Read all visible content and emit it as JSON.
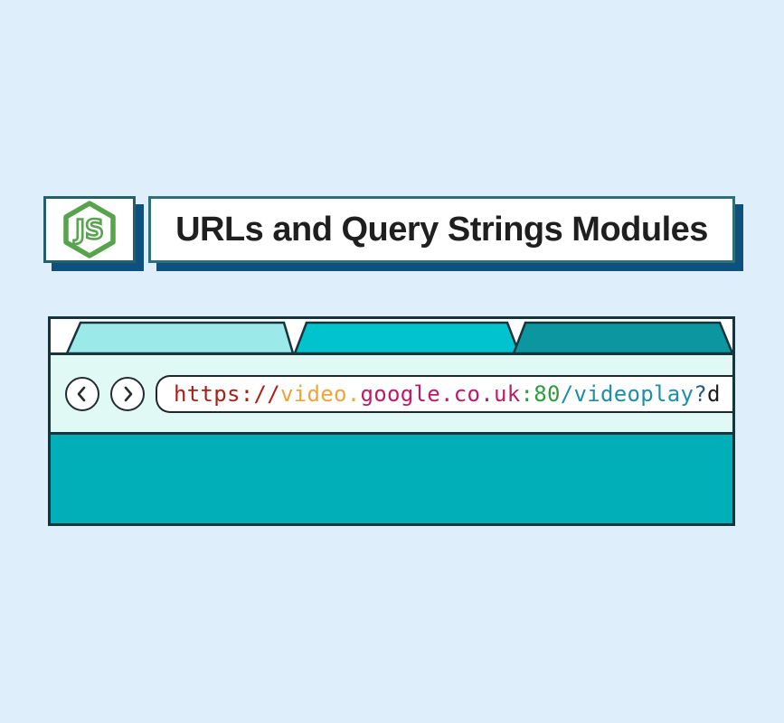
{
  "page": {
    "background_color": "#DFEEFB"
  },
  "header": {
    "logo_text": "JS",
    "logo_color": "#57A44C",
    "title": "URLs and Query Strings Modules"
  },
  "browser": {
    "tabs": [
      {
        "name": "tab-1",
        "color": "#9BE9E8"
      },
      {
        "name": "tab-2",
        "color": "#00C3CD"
      },
      {
        "name": "tab-3",
        "color": "#0B96A0"
      }
    ],
    "toolbar": {
      "back_icon": "chevron-left",
      "forward_icon": "chevron-right"
    },
    "address_bar": {
      "url_full": "https://video.google.co.uk:80/videoplay?d",
      "segments": [
        {
          "text": "https://",
          "color": "#A8201A"
        },
        {
          "text": "video.",
          "color": "#F2A33A"
        },
        {
          "text": "google.co.uk",
          "color": "#BE1A67"
        },
        {
          "text": ":80",
          "color": "#2E9B3F"
        },
        {
          "text": "/videoplay",
          "color": "#1E8FA6"
        },
        {
          "text": "?",
          "color": "#25588D"
        },
        {
          "text": "d",
          "color": "#1D1D1D"
        }
      ]
    },
    "content_color": "#01AFB9"
  },
  "colors": {
    "box_shadow": "#0E517F",
    "frame_border": "#16343B"
  }
}
